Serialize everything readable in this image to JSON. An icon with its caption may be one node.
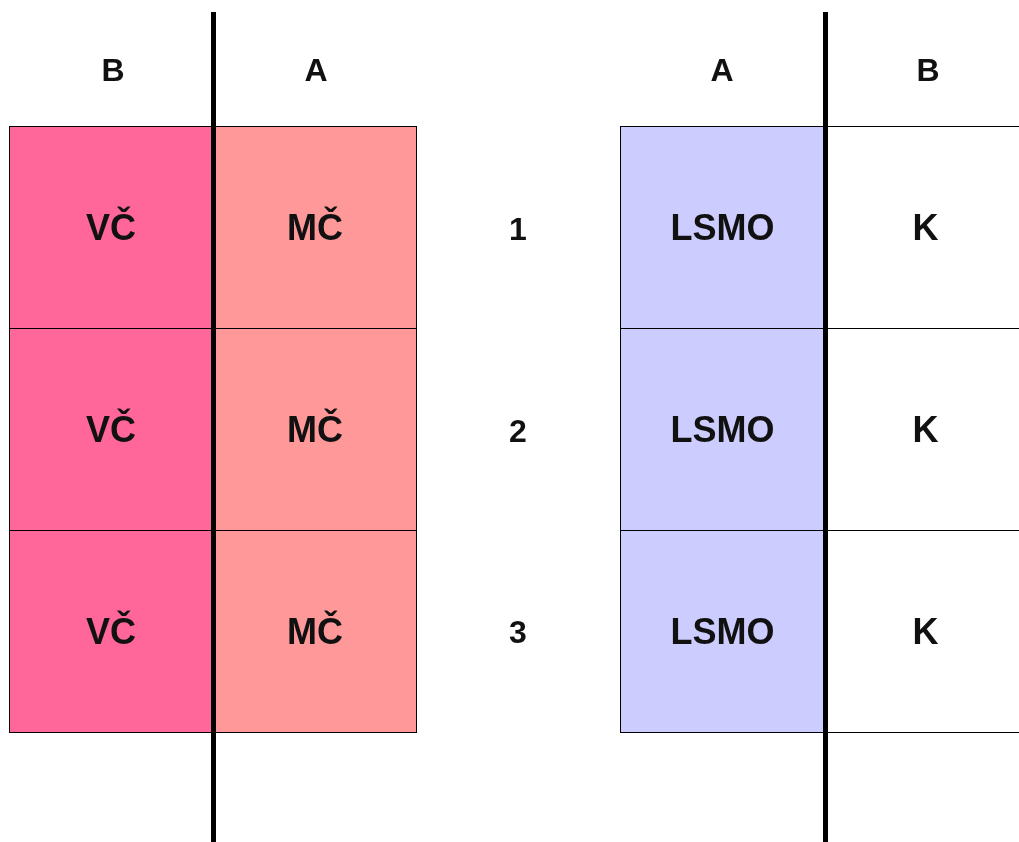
{
  "diagram": {
    "nodes": [
      {
        "text": [
          "VČ"
        ]
      },
      {
        "text": [
          "MČ"
        ]
      },
      {
        "text": [
          "LSMO"
        ]
      },
      {
        "text": [
          "K"
        ]
      },
      {
        "text": [
          "VČ"
        ]
      },
      {
        "text": [
          "MČ"
        ]
      },
      {
        "text": [
          "LSMO"
        ]
      },
      {
        "text": [
          "K"
        ]
      },
      {
        "text": [
          "VČ"
        ]
      },
      {
        "text": [
          "MČ"
        ]
      },
      {
        "text": [
          "LSMO"
        ]
      },
      {
        "text": [
          "K"
        ]
      }
    ],
    "labels": [
      "B",
      "A",
      "A",
      "B",
      "1",
      "2",
      "3"
    ]
  }
}
